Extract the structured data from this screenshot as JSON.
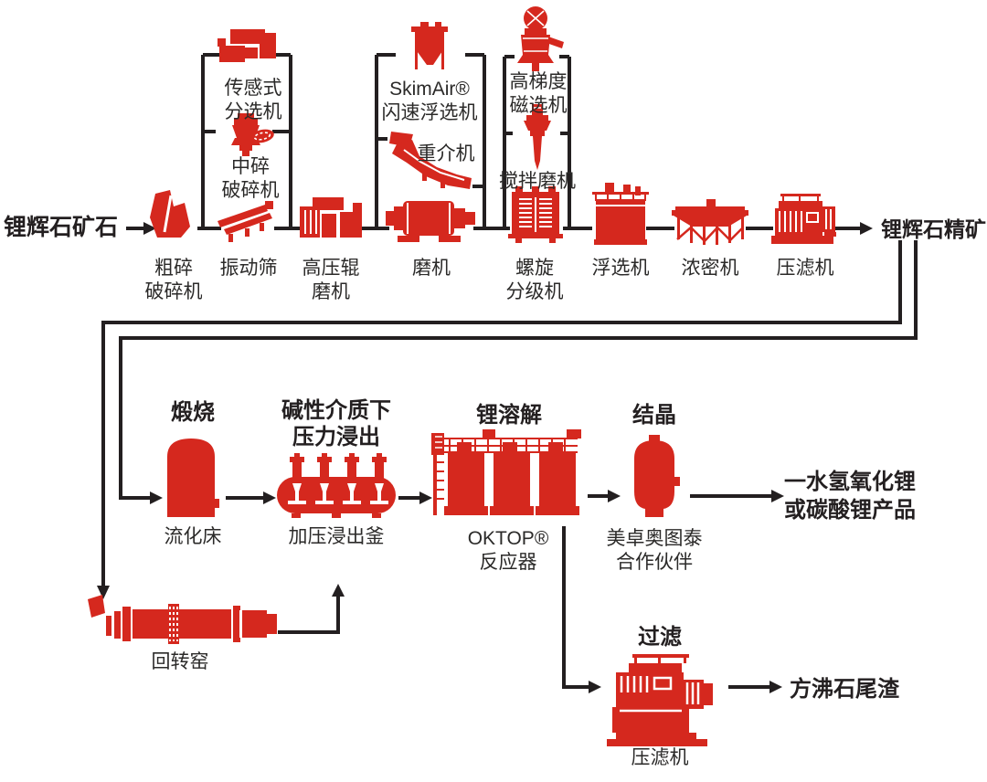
{
  "colors": {
    "red": "#d5281e",
    "line": "#231f20",
    "background": "#ffffff"
  },
  "io": {
    "feed": "锂辉石矿石",
    "concentrate": "锂辉石精矿",
    "product": "一水氢氧化锂\n或碳酸锂产品",
    "residue": "方沸石尾渣"
  },
  "headers": {
    "calcination": "煅烧",
    "pressure_leach": "碱性介质下\n压力浸出",
    "li_dissolution": "锂溶解",
    "crystallization": "结晶",
    "filtration": "过滤"
  },
  "nodes": {
    "jaw_crusher": {
      "label": "粗碎\n破碎机"
    },
    "vibrating_screen": {
      "label": "振动筛"
    },
    "hpgr": {
      "label": "高压辊\n磨机"
    },
    "mill": {
      "label": "磨机"
    },
    "spiral_classifier": {
      "label": "螺旋\n分级机"
    },
    "flotation": {
      "label": "浮选机"
    },
    "thickener": {
      "label": "浓密机"
    },
    "filter_press": {
      "label": "压滤机"
    },
    "sensor_sorter": {
      "label": "传感式\n分选机"
    },
    "cone_crusher": {
      "label": "中碎\n破碎机"
    },
    "skimair": {
      "label": "SkimAir®\n闪速浮选机"
    },
    "dense_medium": {
      "label": "重介机"
    },
    "magnetic_separator": {
      "label": "高梯度\n磁选机"
    },
    "stirred_mill": {
      "label": "搅拌磨机"
    },
    "fluidized_bed": {
      "label": "流化床"
    },
    "autoclave": {
      "label": "加压浸出釜"
    },
    "oktop": {
      "label": "OKTOP®\n反应器"
    },
    "crystallizer_partner": {
      "label": "美卓奥图泰\n合作伙伴"
    },
    "rotary_kiln": {
      "label": "回转窑"
    },
    "filter_press_2": {
      "label": "压滤机"
    }
  }
}
